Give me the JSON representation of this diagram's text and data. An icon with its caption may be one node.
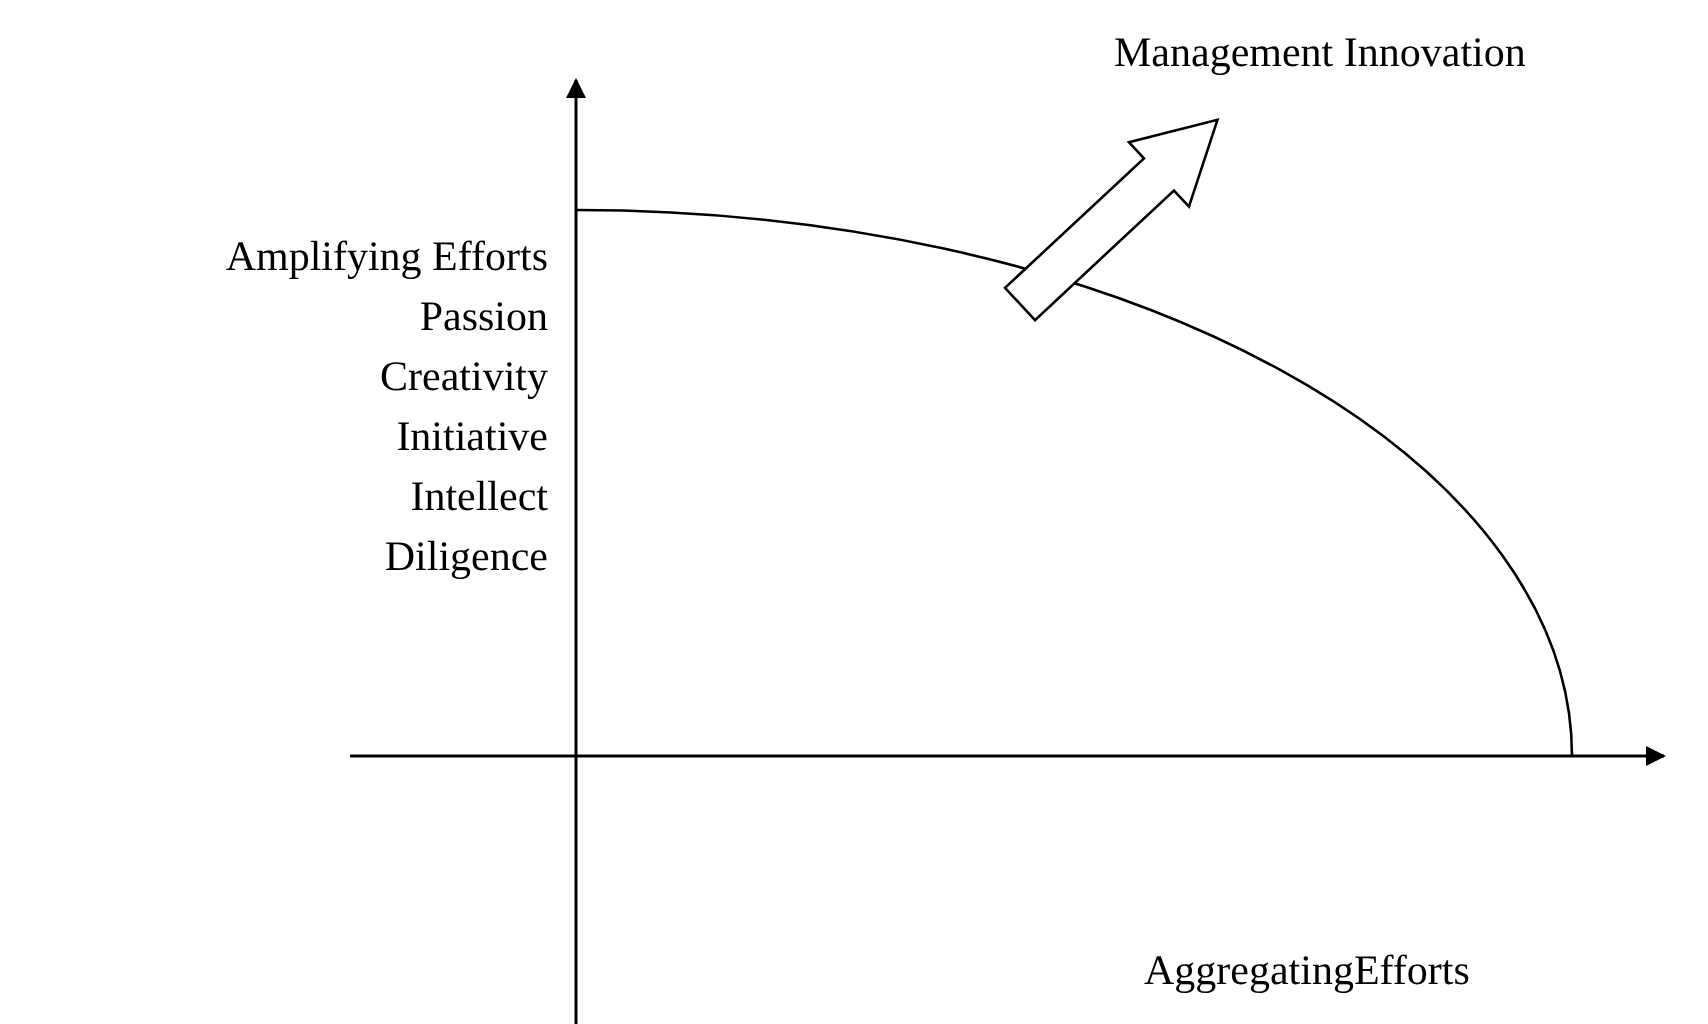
{
  "diagram": {
    "labels": [
      "Management Innovation",
      "Amplifying Efforts",
      "Passion",
      "Creativity",
      "Initiative",
      "Intellect",
      "Diligence",
      "AggregatingEfforts"
    ]
  }
}
